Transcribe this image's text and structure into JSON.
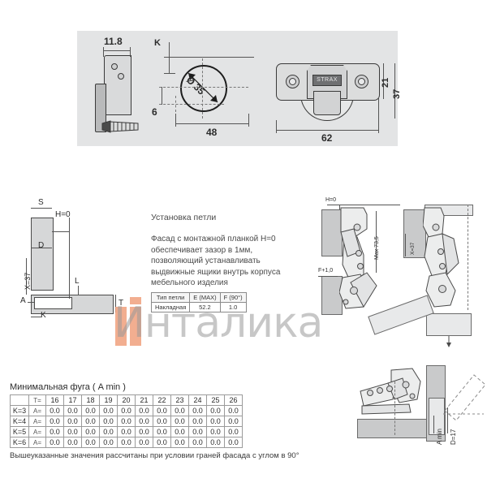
{
  "document": {
    "kind": "technical-drawing",
    "subject": "Установка петли"
  },
  "top_view": {
    "plate_width_label": "11.8",
    "k_label": "K",
    "bore_diameter_label": "Ø 35",
    "offset_label": "6",
    "center_distance_label": "48",
    "cup_height_label": "21",
    "cup_total_height_label": "37",
    "cup_width_label": "62",
    "cup_logo_text": "STRAX"
  },
  "section_view": {
    "s_label": "S",
    "h_label": "H=0",
    "d_label": "D",
    "x_label": "X=37",
    "a_label": "A",
    "k_label": "K",
    "t_label": "T",
    "l_label": "L"
  },
  "notes": {
    "title": "Установка петли",
    "body": "Фасад с монтажной планкой H=0 обеспечивает зазор в 1мм, позволяющий устанавливать выдвижные ящики  внутрь корпуса мебельного изделия"
  },
  "spec_table": {
    "headers": [
      "Тип петли",
      "E (MAX)",
      "F (90°)"
    ],
    "rows": [
      [
        "Накладная",
        "52.2",
        "1.0"
      ]
    ]
  },
  "right_views": {
    "h_label": "H=0",
    "max_label": "Max 73,5",
    "f_label": "F+1,0",
    "x_label": "X=37",
    "a_min_label": "A min",
    "d_label": "D=17"
  },
  "amin_table": {
    "title": "Минимальная фуга ( A min )",
    "corner": "",
    "t_header": "T=",
    "t_values": [
      "16",
      "17",
      "18",
      "19",
      "20",
      "21",
      "22",
      "23",
      "24",
      "25",
      "26"
    ],
    "rows": [
      {
        "k": "K=3",
        "a": "A=",
        "values": [
          "0.0",
          "0.0",
          "0.0",
          "0.0",
          "0.0",
          "0.0",
          "0.0",
          "0.0",
          "0.0",
          "0.0",
          "0.0"
        ]
      },
      {
        "k": "K=4",
        "a": "A=",
        "values": [
          "0.0",
          "0.0",
          "0.0",
          "0.0",
          "0.0",
          "0.0",
          "0.0",
          "0.0",
          "0.0",
          "0.0",
          "0.0"
        ]
      },
      {
        "k": "K=5",
        "a": "A=",
        "values": [
          "0.0",
          "0.0",
          "0.0",
          "0.0",
          "0.0",
          "0.0",
          "0.0",
          "0.0",
          "0.0",
          "0.0",
          "0.0"
        ]
      },
      {
        "k": "K=6",
        "a": "A=",
        "values": [
          "0.0",
          "0.0",
          "0.0",
          "0.0",
          "0.0",
          "0.0",
          "0.0",
          "0.0",
          "0.0",
          "0.0",
          "0.0"
        ]
      }
    ]
  },
  "footnote": "Вышеуказанные значения рассчитаны при условии граней фасада с углом в 90°",
  "watermark": {
    "text": "Инталика"
  },
  "colors": {
    "panel_gray": "#e3e4e5",
    "metal_gray": "#d6d7d8",
    "line": "#3a3a3a",
    "accent_orange": "#f0a07c",
    "watermark_gray": "#9a9a9a"
  }
}
